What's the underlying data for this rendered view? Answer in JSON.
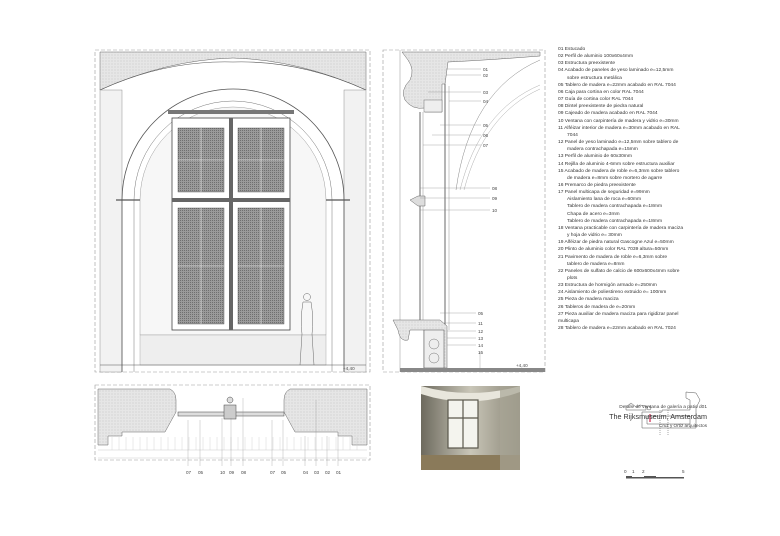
{
  "sheet": {
    "caption_line1": "Detalle  de ventana de galería a patio d01",
    "caption_line2": "The Rijksmuseum, Amsterdam",
    "caption_line3": "Cruz y Ortiz arquitectos",
    "scale_ticks": [
      "0",
      "1",
      "2",
      "5"
    ],
    "level_elevation": "+4,40",
    "level_section": "+4,40",
    "accent_color": "#d0204a"
  },
  "section_labels_top": [
    "01",
    "02",
    "03",
    "04",
    "05",
    "06",
    "07",
    "08",
    "09",
    "10"
  ],
  "section_labels_bottom": [
    "05",
    "11",
    "12",
    "13",
    "14",
    "15"
  ],
  "plan_labels": [
    "07",
    "05",
    "10",
    "09",
    "08",
    "07",
    "05",
    "04",
    "03",
    "02",
    "01"
  ],
  "legend": [
    {
      "text": "01 Estucado"
    },
    {
      "text": "02 Perfil de aluminio 100x60x4mm"
    },
    {
      "text": "03 Estructura preexistente"
    },
    {
      "text": "04 Acabado de paneles de yeso laminado e=12,5mm",
      "cont": [
        "sobre estructura metálica"
      ]
    },
    {
      "text": "05 Tablero de madera e=22mm acabado en RAL 7044"
    },
    {
      "text": "06 Caja para cortina en color RAL 7044"
    },
    {
      "text": "07 Guía de cortina color RAL 7044"
    },
    {
      "text": "08 Dintel preexistente de piedra natural"
    },
    {
      "text": "09 Cajeado de madera acabado en RAL 7044"
    },
    {
      "text": "10 Ventana con carpintería de madera y vidrio e=30mm"
    },
    {
      "text": "11 Alféizar interior de madera e=30mm acabado en RAL",
      "cont": [
        "7044"
      ]
    },
    {
      "text": "12 Panel de yeso laminado e=12,5mm sobre tablero de",
      "cont": [
        "madera contrachapada e=15mm"
      ]
    },
    {
      "text": "13 Perfil de aluminio de 60x30mm"
    },
    {
      "text": "14 Rejilla de aluminio 4-6mm sobre estructura auxiliar"
    },
    {
      "text": "15 Acabado de madera de roble e=6,3mm sobre tablero",
      "cont": [
        "de madera e=8mm sobre mortero de agarre"
      ]
    },
    {
      "text": "16 Premarco de piedra preexistente"
    },
    {
      "text": "17 Panel multicapa de seguridad e=99mm",
      "sub": [
        "Aislamiento lana de roca e=60mm",
        "Tablero de madera contrachapada e=18mm",
        "Chapa de acero e=3mm",
        "Tablero de madera contrachapada e=18mm"
      ]
    },
    {
      "text": "18 Ventana practicable con carpintería de madera maciza",
      "cont": [
        "y hoja de vidrio  e= 30mm"
      ]
    },
    {
      "text": "19 Alféizar de piedra natural Gascogne Azul e=50mm"
    },
    {
      "text": "20 Plinto de aluminio color RAL 7039 altura=50mm"
    },
    {
      "text": "21 Pavimento de madera de roble e=6,3mm sobre",
      "cont": [
        "tablero de madera e=8mm"
      ]
    },
    {
      "text": "22 Paneles de sulfato de calcio de 600x600x4mm sobre",
      "cont": [
        "plots"
      ]
    },
    {
      "text": "23 Estructura de hormigón armado e=250mm"
    },
    {
      "text": "24 Aislamiento de poliestireno extruido e= 100mm"
    },
    {
      "text": "25 Pieza de madera maciza"
    },
    {
      "text": "26 Tableros de madera de e=20mm"
    },
    {
      "text": "27 Pieza auxiliar de madera maciza para rigidizar panel",
      "contflush": [
        "multicapa"
      ]
    },
    {
      "text": "28 Tablero de madera e=22mm acabado en RAL 7024"
    }
  ]
}
